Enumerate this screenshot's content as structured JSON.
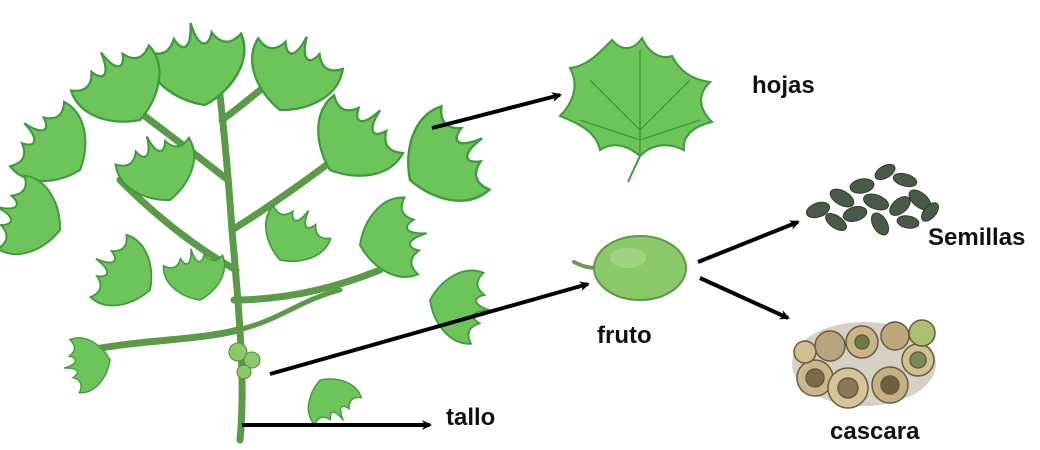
{
  "labels": {
    "leaves": "hojas",
    "seeds": "Semillas",
    "fruit": "fruto",
    "stem": "tallo",
    "shell": "cascara"
  },
  "colors": {
    "leaf_light": "#6cc45a",
    "leaf_dark": "#3e9a3a",
    "stem": "#5a9a48",
    "fruit": "#8bc96a",
    "seed": "#4a5a48",
    "shell": "#b9a480",
    "arrow": "#000000"
  },
  "icons": {
    "plant": "jatropha-plant-icon",
    "leaf": "leaf-icon",
    "fruit": "fruit-icon",
    "seeds": "seeds-icon",
    "shell": "shell-icon"
  }
}
